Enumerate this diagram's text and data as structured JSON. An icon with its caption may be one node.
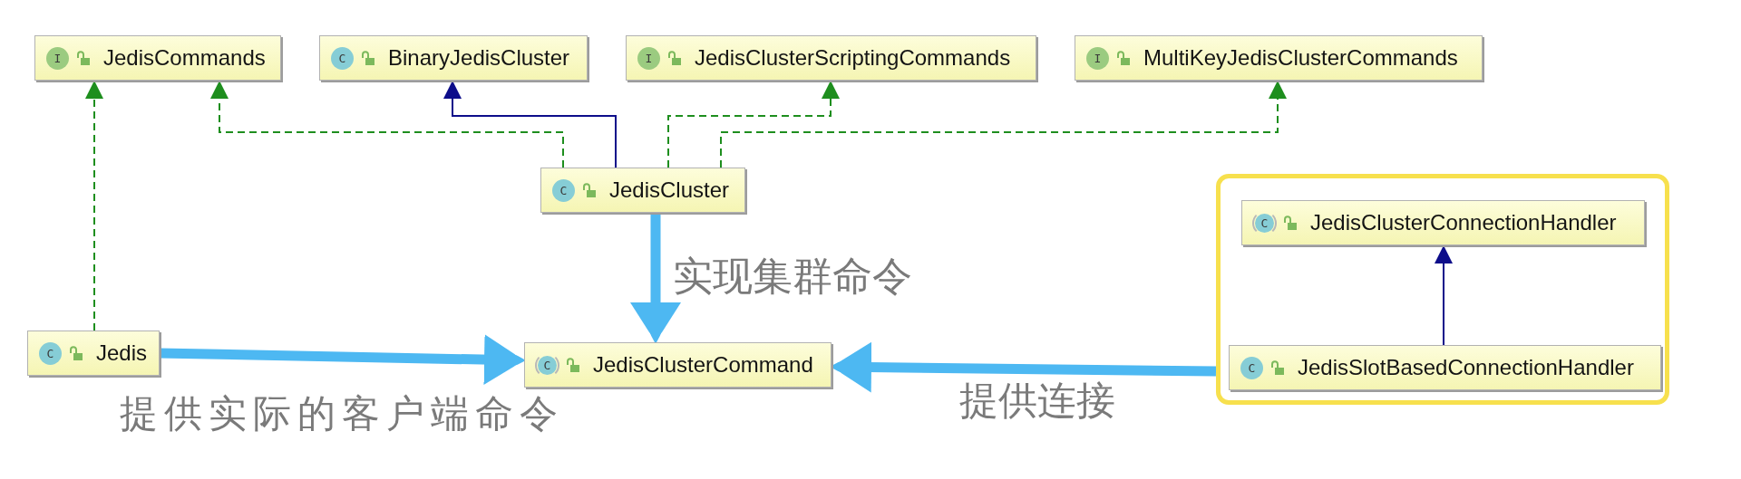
{
  "diagram": {
    "nodes": [
      {
        "text": [
          "I",
          "JedisCommands"
        ]
      },
      {
        "text": [
          "C",
          "BinaryJedisCluster"
        ]
      },
      {
        "text": [
          "I",
          "JedisClusterScriptingCommands"
        ]
      },
      {
        "text": [
          "I",
          "MultiKeyJedisClusterCommands"
        ]
      },
      {
        "text": [
          "C",
          "JedisCluster"
        ]
      },
      {
        "text": [],
        "shape": "box"
      },
      {
        "text": [
          "C",
          "JedisClusterConnectionHandler"
        ],
        "in": 5
      },
      {
        "text": [
          "C",
          "Jedis"
        ]
      },
      {
        "text": [
          "C",
          "JedisClusterCommand"
        ]
      },
      {
        "text": [
          "C",
          "JedisSlotBasedConnectionHandler"
        ],
        "in": 5
      }
    ],
    "edges": [
      {
        "from": 7,
        "to": 0,
        "arrow": "to",
        "style": "dashed"
      },
      {
        "from": 4,
        "to": 0,
        "arrow": "to",
        "style": "dashed"
      },
      {
        "from": 4,
        "to": 1,
        "arrow": "to",
        "color": "#0d0d8a"
      },
      {
        "from": 4,
        "to": 2,
        "arrow": "to",
        "style": "dashed"
      },
      {
        "from": 4,
        "to": 3,
        "arrow": "to",
        "style": "dashed"
      },
      {
        "from": 9,
        "to": 6,
        "arrow": "to",
        "color": "#0d0d8a"
      },
      {
        "from": 7,
        "to": 8,
        "arrow": "to",
        "style": "thick",
        "color": "#4db8f2",
        "label": "提供实际的客户端命令"
      },
      {
        "from": 4,
        "to": 8,
        "arrow": "to",
        "style": "thick",
        "color": "#4db8f2",
        "label": "实现集群命令"
      },
      {
        "from": 5,
        "to": 8,
        "arrow": "to",
        "style": "thick",
        "color": "#4db8f2",
        "label": "提供连接"
      }
    ]
  }
}
